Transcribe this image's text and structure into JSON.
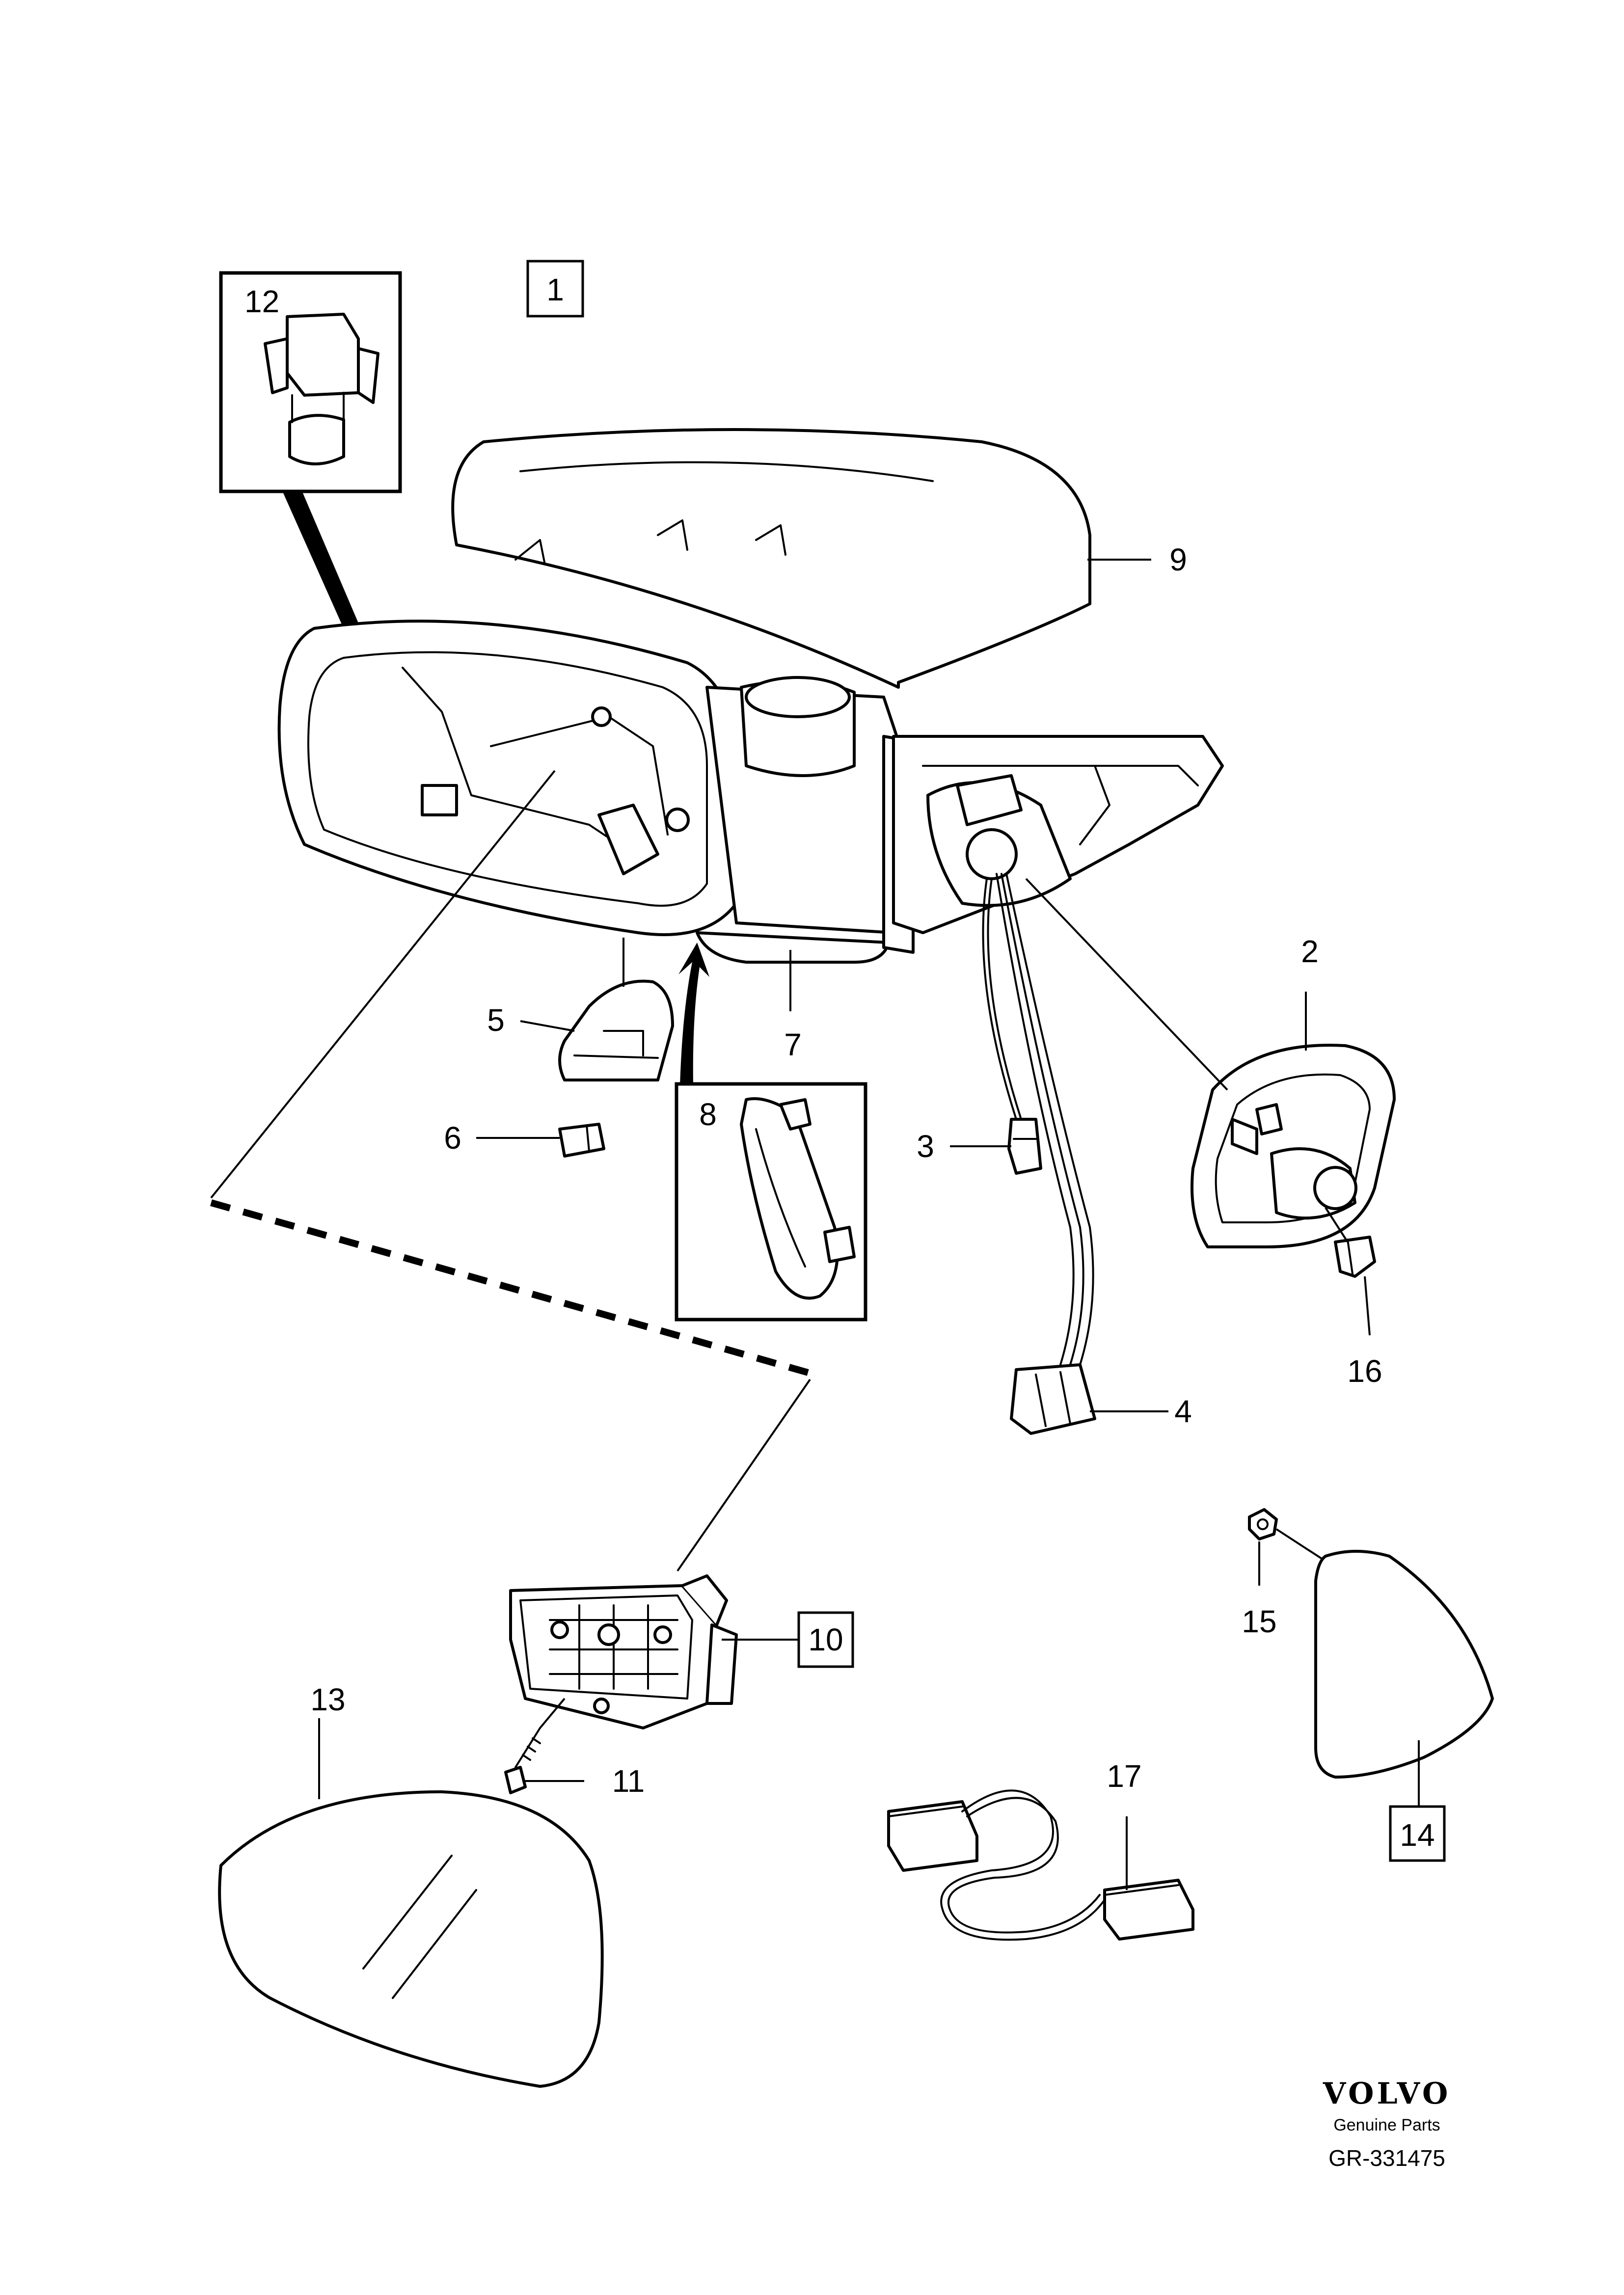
{
  "callouts": {
    "c1": "1",
    "c2": "2",
    "c3": "3",
    "c4": "4",
    "c5": "5",
    "c6": "6",
    "c7": "7",
    "c8": "8",
    "c9": "9",
    "c10": "10",
    "c11": "11",
    "c12": "12",
    "c13": "13",
    "c14": "14",
    "c15": "15",
    "c16": "16",
    "c17": "17"
  },
  "footer": {
    "brand": "VOLVO",
    "tagline": "Genuine Parts",
    "reference": "GR-331475"
  }
}
